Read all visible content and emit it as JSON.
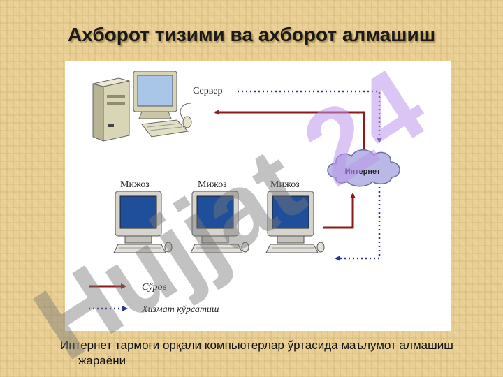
{
  "title": "Ахборот тизими ва ахборот алмашиш",
  "diagram": {
    "server_label": "Сервер",
    "internet_label": "Интернет",
    "client_labels": [
      "Мижоз",
      "Мижоз",
      "Мижоз"
    ],
    "legend": {
      "request_label": "Сўров",
      "service_label": "Хизмат кўрсатиш"
    },
    "colors": {
      "request_arrow": "#8b1a1a",
      "service_arrow": "#2a3590",
      "cloud": "#b9b8e6",
      "screen": "#1f4f9a"
    }
  },
  "caption": "Интернет тармоғи орқали компьютерлар ўртасида маълумот алмашиш жараёни",
  "watermark": "Hujjat 24"
}
